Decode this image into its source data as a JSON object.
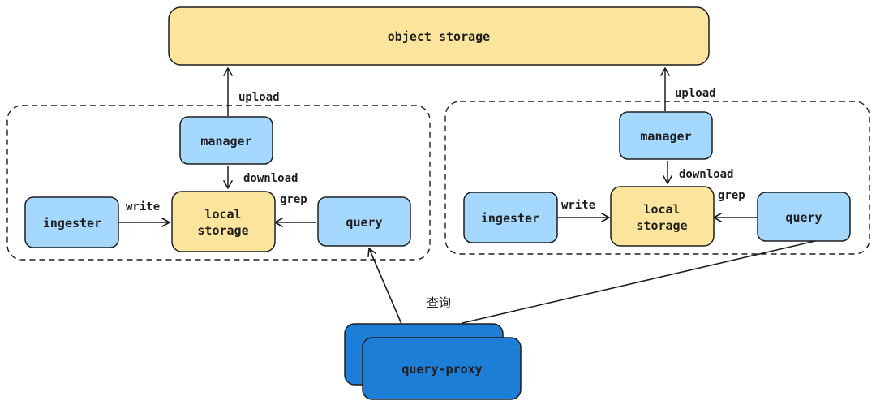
{
  "colors": {
    "storage_fill": "#fbe59c",
    "service_fill": "#a5d8ff",
    "proxy_fill": "#1c7ed6",
    "stroke": "#1e1e1e"
  },
  "object_storage": {
    "label": "object storage"
  },
  "node_left": {
    "manager": "manager",
    "local_storage": {
      "line1": "local",
      "line2": "storage"
    },
    "ingester": "ingester",
    "query": "query",
    "labels": {
      "upload": "upload",
      "download": "download",
      "write": "write",
      "grep": "grep"
    }
  },
  "node_right": {
    "manager": "manager",
    "local_storage": {
      "line1": "local",
      "line2": "storage"
    },
    "ingester": "ingester",
    "query": "query",
    "labels": {
      "upload": "upload",
      "download": "download",
      "write": "write",
      "grep": "grep"
    }
  },
  "query_label": "查询",
  "query_proxy": {
    "label": "query-proxy"
  }
}
